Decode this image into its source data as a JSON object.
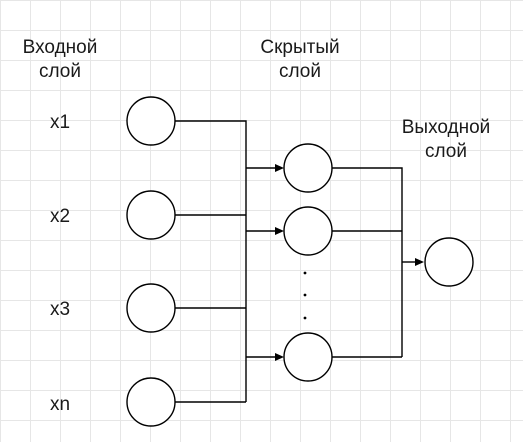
{
  "layers": {
    "input": {
      "title_line1": "Входной",
      "title_line2": "слой",
      "nodes": [
        "x1",
        "x2",
        "x3",
        "xn"
      ]
    },
    "hidden": {
      "title_line1": "Скрытый",
      "title_line2": "слой",
      "ellipsis_dots": 3
    },
    "output": {
      "title_line1": "Выходной",
      "title_line2": "слой"
    }
  },
  "colors": {
    "grid": "#e6e6e6",
    "stroke": "#000000",
    "text": "#1a1a1a",
    "background": "#ffffff"
  }
}
